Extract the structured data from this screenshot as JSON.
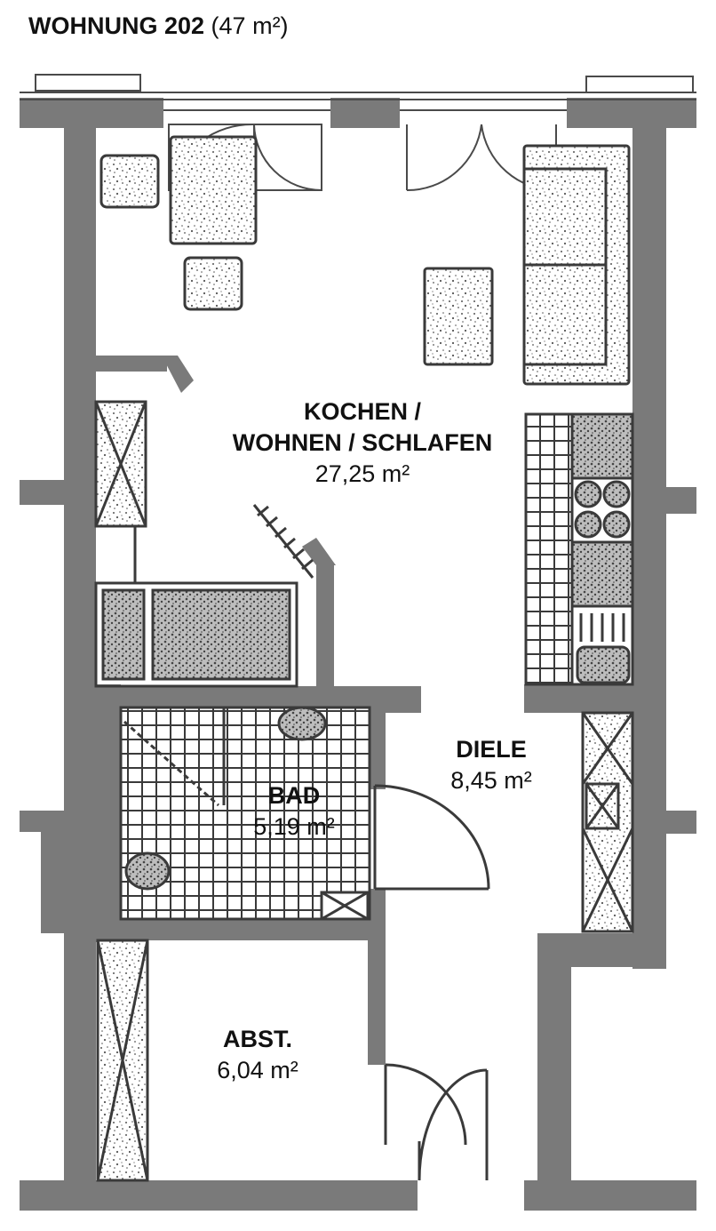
{
  "title": {
    "name": "WOHNUNG 202",
    "size": "(47 m²)"
  },
  "rooms": {
    "kochen": {
      "line1": "KOCHEN /",
      "line2": "WOHNEN / SCHLAFEN",
      "area": "27,25 m²"
    },
    "diele": {
      "name": "DIELE",
      "area": "8,45 m²"
    },
    "bad": {
      "name": "BAD",
      "area": "5,19 m²"
    },
    "abst": {
      "name": "ABST.",
      "area": "6,04 m²"
    }
  },
  "colors": {
    "wall": "#7a7a7a",
    "line": "#4a4a4a",
    "hatch": "#6a6a6a",
    "text": "#111111"
  }
}
